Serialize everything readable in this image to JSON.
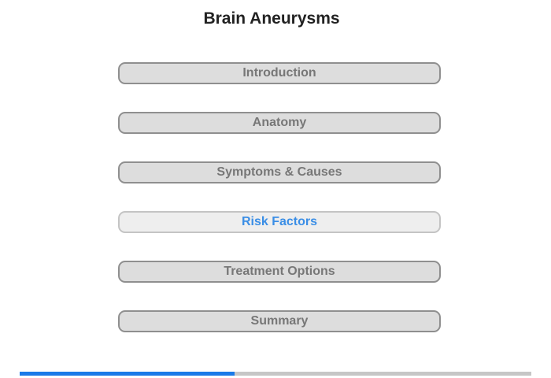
{
  "page": {
    "title": "Brain Aneurysms"
  },
  "menu": {
    "items": [
      {
        "label": "Introduction",
        "active": false
      },
      {
        "label": "Anatomy",
        "active": false
      },
      {
        "label": "Symptoms & Causes",
        "active": false
      },
      {
        "label": "Risk Factors",
        "active": true
      },
      {
        "label": "Treatment Options",
        "active": false
      },
      {
        "label": "Summary",
        "active": false
      }
    ]
  },
  "progress": {
    "fraction": 0.42
  },
  "colors": {
    "active_text": "#3a8ee6",
    "progress_fill": "#1a7ae8",
    "progress_track": "#c6c6c6"
  }
}
